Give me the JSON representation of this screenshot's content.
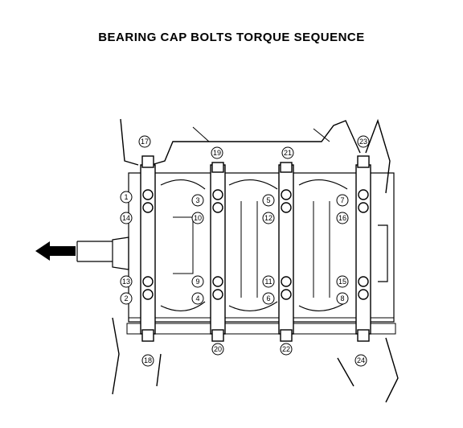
{
  "title": "BEARING CAP BOLTS TORQUE SEQUENCE",
  "colors": {
    "ink": "#000000",
    "paper": "#ffffff"
  },
  "arrow": {
    "icon": "front-arrow-icon",
    "direction": "left"
  },
  "bolt_labels": [
    "1",
    "2",
    "3",
    "4",
    "5",
    "6",
    "7",
    "8",
    "9",
    "10",
    "11",
    "12",
    "13",
    "14",
    "15",
    "16",
    "17",
    "18",
    "19",
    "20",
    "21",
    "22",
    "23",
    "24"
  ]
}
